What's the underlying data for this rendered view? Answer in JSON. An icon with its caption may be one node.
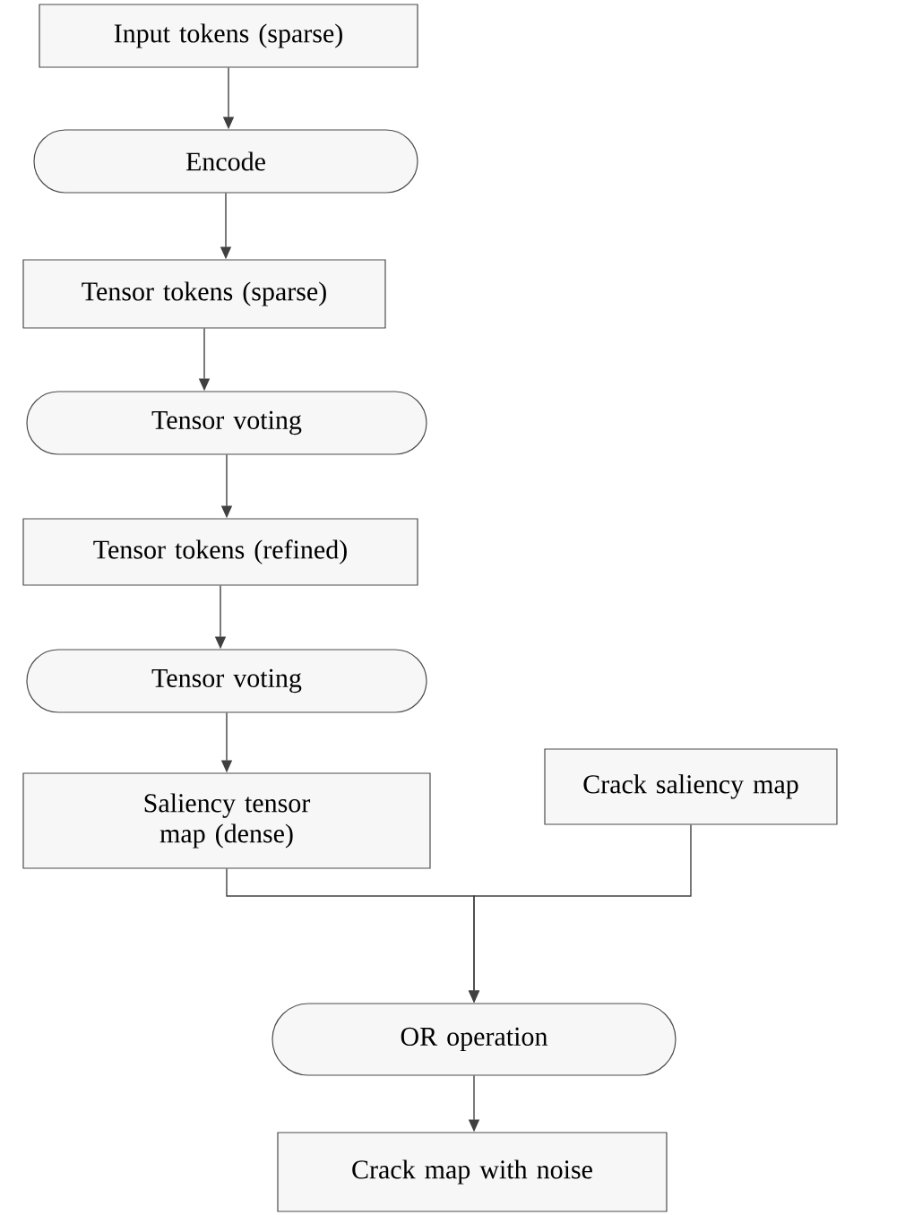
{
  "diagram": {
    "nodes": [
      {
        "text": [
          "Input tokens (sparse)"
        ]
      },
      {
        "text": [
          "Encode"
        ]
      },
      {
        "text": [
          "Tensor tokens (sparse)"
        ]
      },
      {
        "text": [
          "Tensor voting"
        ]
      },
      {
        "text": [
          "Tensor tokens (refined)"
        ]
      },
      {
        "text": [
          "Tensor voting"
        ]
      },
      {
        "text": [
          "Saliency tensor map (dense)"
        ]
      },
      {
        "text": [
          "Crack saliency map"
        ]
      },
      {
        "text": [
          "OR operation"
        ]
      },
      {
        "text": [
          "Crack map with noise"
        ]
      }
    ],
    "edges": [
      {
        "from": 0,
        "to": 1,
        "arrow": "to"
      },
      {
        "from": 1,
        "to": 2,
        "arrow": "to"
      },
      {
        "from": 2,
        "to": 3,
        "arrow": "to"
      },
      {
        "from": 3,
        "to": 4,
        "arrow": "to"
      },
      {
        "from": 4,
        "to": 5,
        "arrow": "to"
      },
      {
        "from": 5,
        "to": 6,
        "arrow": "to"
      },
      {
        "from": 6,
        "to": 8,
        "arrow": "to"
      },
      {
        "from": 7,
        "to": 8,
        "arrow": "to"
      },
      {
        "from": 8,
        "to": 9,
        "arrow": "to"
      }
    ]
  }
}
